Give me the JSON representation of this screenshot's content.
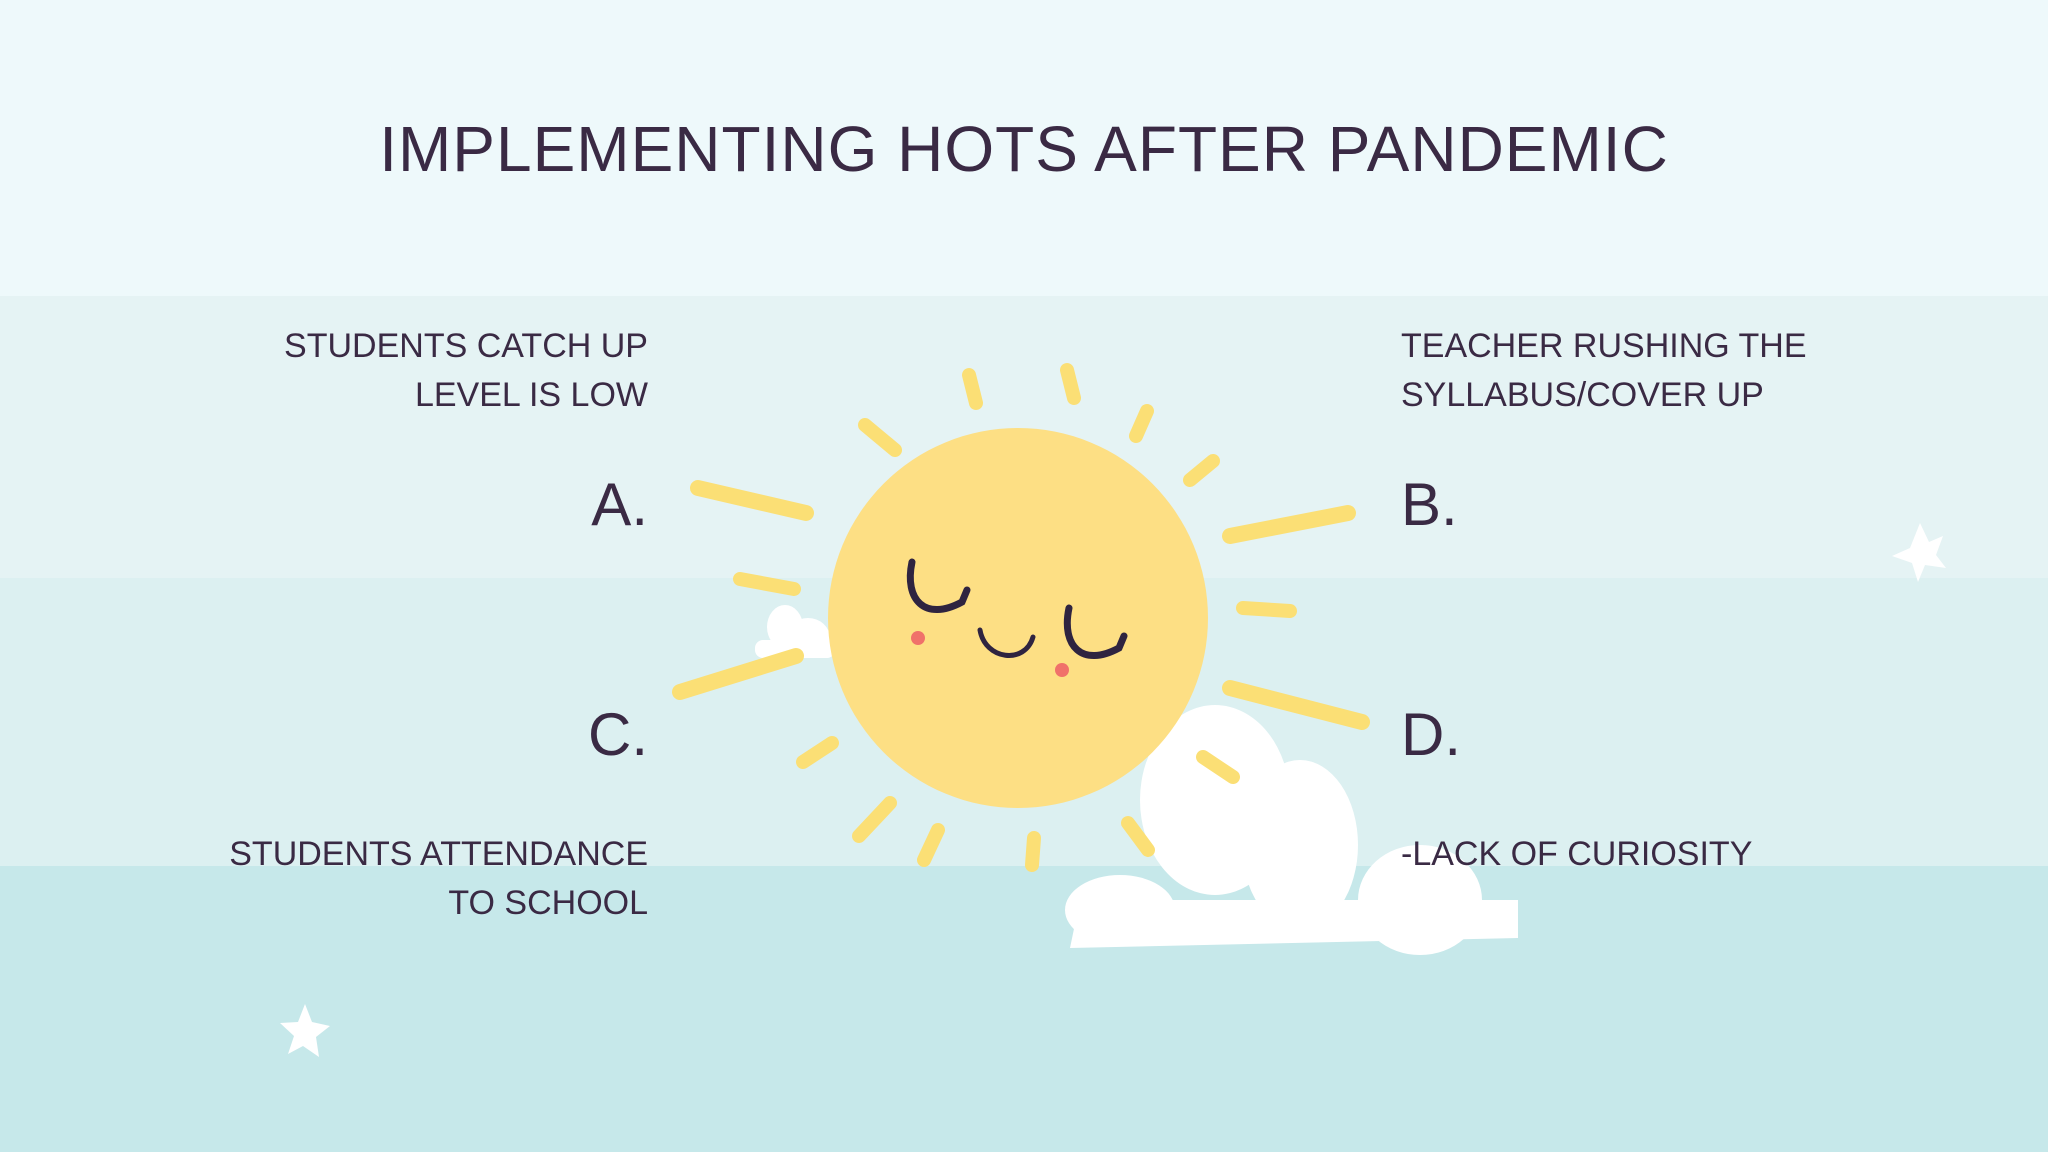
{
  "slide": {
    "title": "IMPLEMENTING HOTS AFTER PANDEMIC"
  },
  "items": {
    "a": {
      "letter": "A.",
      "caption_line1": "STUDENTS CATCH UP",
      "caption_line2": "LEVEL IS LOW"
    },
    "b": {
      "letter": "B.",
      "caption_line1": "TEACHER RUSHING THE",
      "caption_line2": "SYLLABUS/COVER UP"
    },
    "c": {
      "letter": "C.",
      "caption_line1": "STUDENTS ATTENDANCE",
      "caption_line2": "TO SCHOOL"
    },
    "d": {
      "letter": "D.",
      "caption_line1": "-LACK OF CURIOSITY"
    }
  },
  "colors": {
    "text": "#3a2a44",
    "sun": "#fddf84",
    "rays": "#fbdf75",
    "cloud": "#ffffff",
    "cheek": "#f0716a"
  },
  "illustration": {
    "icons": [
      "sun-icon",
      "cloud-icon",
      "star-icon"
    ]
  }
}
